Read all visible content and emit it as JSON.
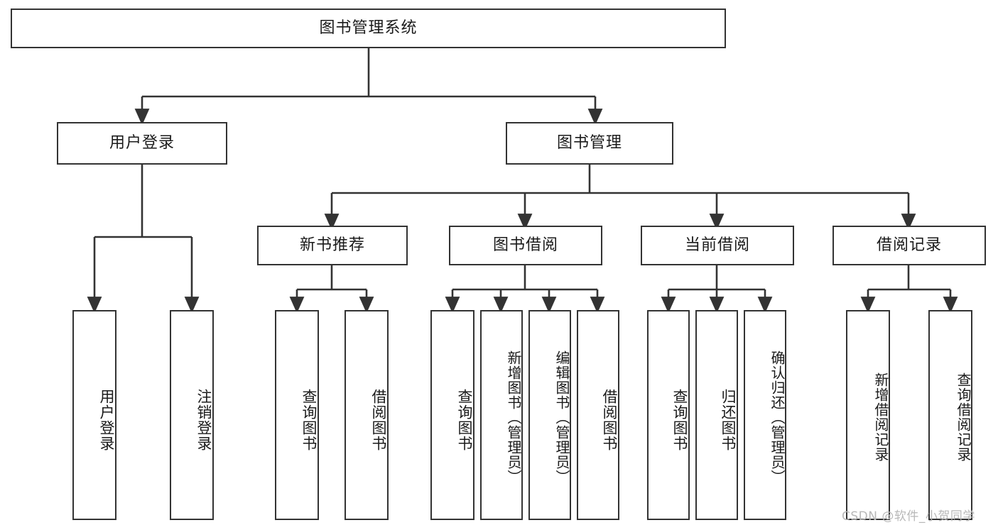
{
  "diagram": {
    "title": "图书管理系统",
    "type": "functional-structure-tree",
    "watermark": "CSDN @软件_小贺同学",
    "colors": {
      "border": "#333333",
      "background": "#ffffff",
      "text": "#1a1a1a",
      "watermark": "#b8b8b8"
    },
    "levels": {
      "root": {
        "label": "图书管理系统"
      },
      "level2": [
        {
          "label": "用户登录"
        },
        {
          "label": "图书管理"
        }
      ],
      "level3": [
        {
          "label": "新书推荐"
        },
        {
          "label": "图书借阅"
        },
        {
          "label": "当前借阅"
        },
        {
          "label": "借阅记录"
        }
      ],
      "leaves": {
        "user_login": [
          {
            "label": "用户登录"
          },
          {
            "label": "注销登录"
          }
        ],
        "new_book_recommend": [
          {
            "label": "查询图书"
          },
          {
            "label": "借阅图书"
          }
        ],
        "book_borrow": [
          {
            "label": "查询图书"
          },
          {
            "label": "新增图书（管理员）"
          },
          {
            "label": "编辑图书（管理员）"
          },
          {
            "label": "借阅图书"
          }
        ],
        "current_borrow": [
          {
            "label": "查询图书"
          },
          {
            "label": "归还图书"
          },
          {
            "label": "确认归还（管理员）"
          }
        ],
        "borrow_record": [
          {
            "label": "新增借阅记录"
          },
          {
            "label": "查询借阅记录"
          }
        ]
      }
    }
  }
}
